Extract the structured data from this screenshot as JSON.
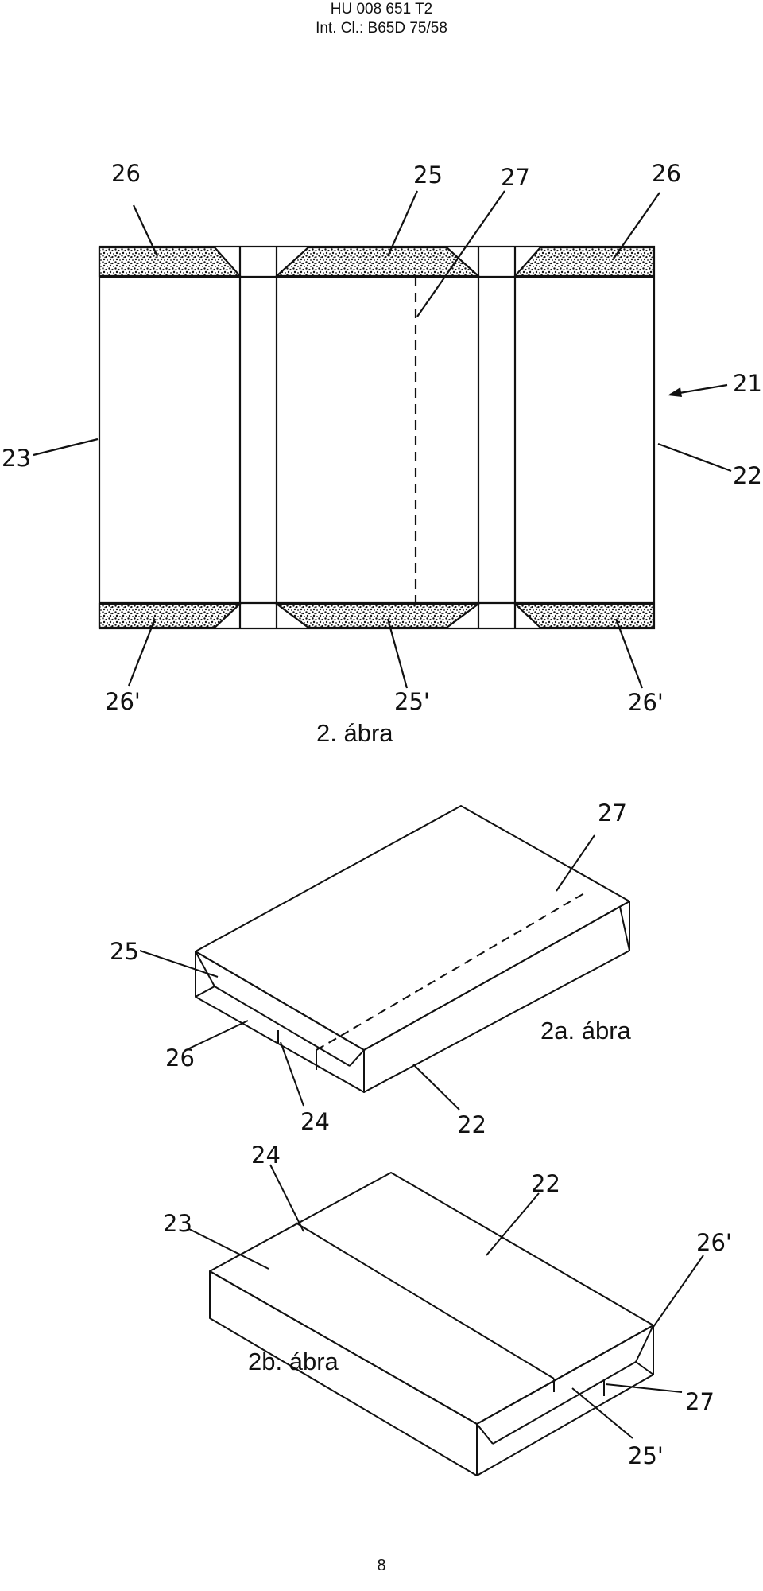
{
  "header": {
    "patent_number": "HU 008 651 T2",
    "classification": "Int. Cl.: B65D 75/58"
  },
  "figures": [
    {
      "caption": "2. ábra",
      "labels": {
        "l26_tl": "26",
        "l25_t": "25",
        "l27_t": "27",
        "l26_tr": "26",
        "l21": "21",
        "l23": "23",
        "l22": "22",
        "l26p_bl": "26'",
        "l25p_b": "25'",
        "l26p_br": "26'"
      }
    },
    {
      "caption": "2a. ábra",
      "labels": {
        "l27": "27",
        "l25": "25",
        "l26": "26",
        "l24": "24",
        "l22": "22"
      }
    },
    {
      "caption": "2b. ábra",
      "labels": {
        "l24": "24",
        "l23": "23",
        "l22": "22",
        "l26p": "26'",
        "l27": "27",
        "l25p": "25'"
      }
    }
  ],
  "footer": {
    "page_number": "8"
  }
}
